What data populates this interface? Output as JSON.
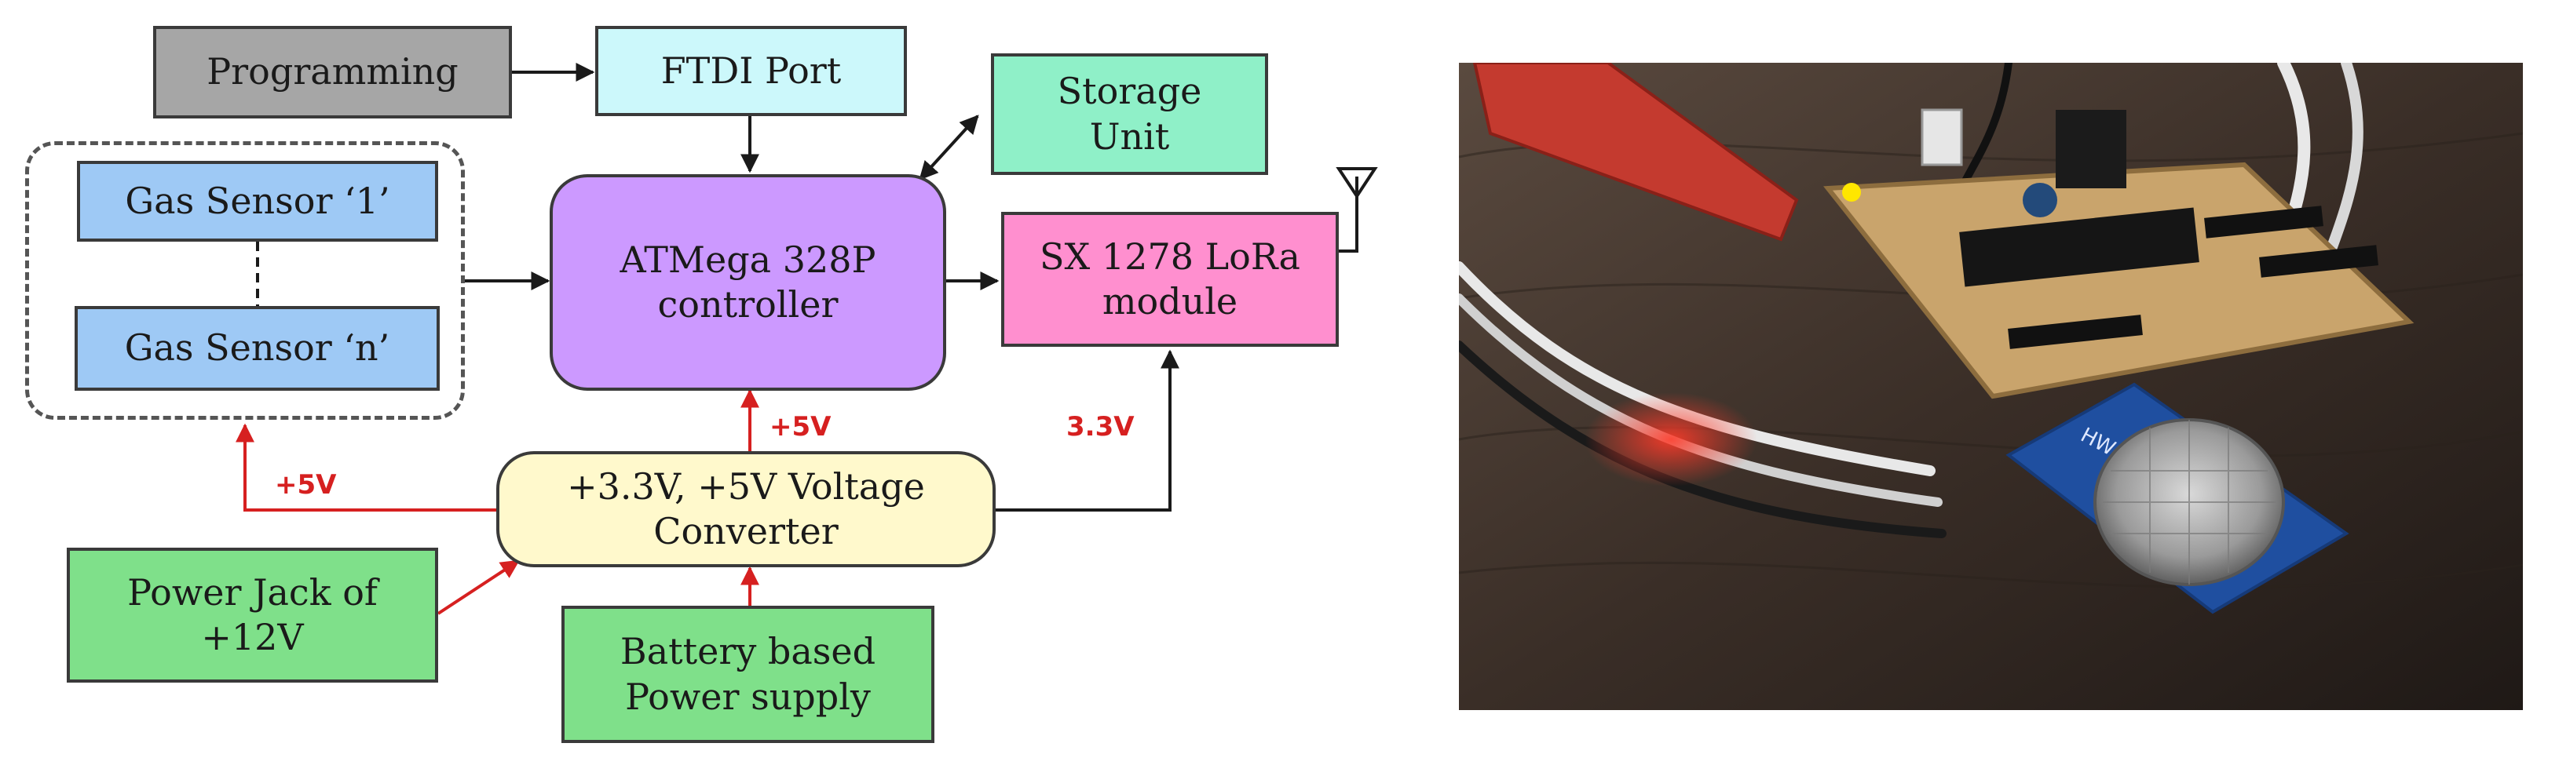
{
  "diagram": {
    "blocks": {
      "programming": "Programming",
      "ftdi": "FTDI Port",
      "storage": "Storage\nUnit",
      "gas1": "Gas Sensor ‘1’",
      "gasn": "Gas Sensor ‘n’",
      "controller": "ATMega 328P\ncontroller",
      "lora": "SX 1278 LoRa\nmodule",
      "converter": "+3.3V, +5V Voltage\nConverter",
      "powerjack": "Power Jack of\n+12V",
      "battery": "Battery based\nPower supply"
    },
    "labels": {
      "v5_controller": "+5V",
      "v5_sensors": "+5V",
      "v33_lora": "3.3V"
    },
    "colors": {
      "wire": "#1a1a1a",
      "power_wire": "#d62020",
      "programming": "#a6a6a6",
      "ftdi": "#ccf8fb",
      "storage": "#8ff0c8",
      "sensor": "#9ec9f5",
      "controller": "#cc99ff",
      "lora": "#ff8fcf",
      "converter": "#fff9cc",
      "power": "#7fe08a"
    }
  },
  "photo": {
    "pcb_label": "HW"
  }
}
